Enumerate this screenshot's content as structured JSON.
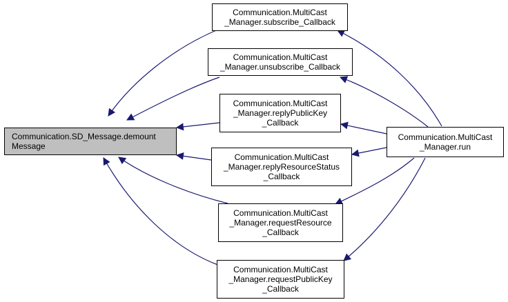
{
  "colors": {
    "edge": "#191970",
    "focus_fill": "#bfbfbf",
    "node_fill": "#ffffff",
    "border": "#000000"
  },
  "nodes": {
    "demount": {
      "lines": [
        "Communication.SD_Message.demount",
        "Message"
      ]
    },
    "subscribe": {
      "lines": [
        "Communication.MultiCast",
        "_Manager.subscribe_Callback"
      ]
    },
    "unsubscribe": {
      "lines": [
        "Communication.MultiCast",
        "_Manager.unsubscribe_Callback"
      ]
    },
    "replyPublicKey": {
      "lines": [
        "Communication.MultiCast",
        "_Manager.replyPublicKey",
        "_Callback"
      ]
    },
    "replyResourceStatus": {
      "lines": [
        "Communication.MultiCast",
        "_Manager.replyResourceStatus",
        "_Callback"
      ]
    },
    "requestResource": {
      "lines": [
        "Communication.MultiCast",
        "_Manager.requestResource",
        "_Callback"
      ]
    },
    "requestPublicKey": {
      "lines": [
        "Communication.MultiCast",
        "_Manager.requestPublicKey",
        "_Callback"
      ]
    },
    "run": {
      "lines": [
        "Communication.MultiCast",
        "_Manager.run"
      ]
    }
  }
}
